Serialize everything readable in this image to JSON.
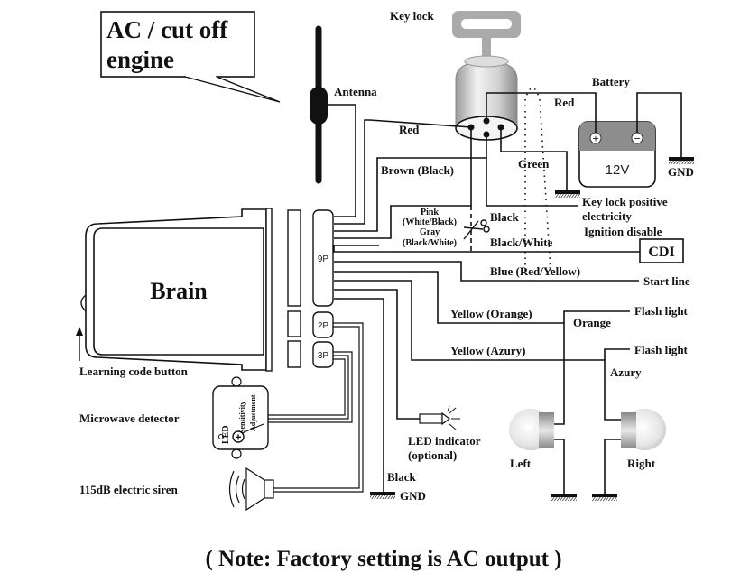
{
  "callout": {
    "line1": "AC / cut off",
    "line2": "engine"
  },
  "components": {
    "antenna": "Antenna",
    "key_lock": "Key lock",
    "battery": "Battery",
    "battery_voltage": "12V",
    "battery_plus": "+",
    "battery_minus": "−",
    "brain": "Brain",
    "connector_9p": "9P",
    "connector_2p": "2P",
    "connector_3p": "3P",
    "learning_code_button": "Learning code button",
    "microwave_detector": "Microwave detector",
    "detector_led": "LED",
    "detector_sensitivity": "Sensitivity",
    "detector_adjustment": "Adjustment",
    "siren": "115dB electric siren",
    "led_indicator_line1": "LED indicator",
    "led_indicator_line2": "(optional)",
    "cdi": "CDI",
    "light_left": "Left",
    "light_right": "Right"
  },
  "wires": {
    "red_battery": "Red",
    "red_keylock": "Red",
    "brown": "Brown (Black)",
    "green": "Green",
    "pink_line1": "Pink",
    "pink_line2": "(White/Black)",
    "gray_line1": "Gray",
    "gray_line2": "(Black/White)",
    "black_cut": "Black",
    "black_white": "Black/White",
    "blue": "Blue (Red/Yellow)",
    "yellow_orange": "Yellow (Orange)",
    "yellow_azury": "Yellow (Azury)",
    "orange": "Orange",
    "azury": "Azury",
    "black_gnd": "Black"
  },
  "endpoints": {
    "gnd_battery": "GND",
    "gnd_black": "GND",
    "key_lock_positive_line1": "Key lock positive",
    "key_lock_positive_line2": "electricity",
    "ignition_disable": "Ignition disable",
    "start_line": "Start line",
    "flash_light_1": "Flash light",
    "flash_light_2": "Flash light"
  },
  "note": "( Note: Factory setting is AC output )"
}
